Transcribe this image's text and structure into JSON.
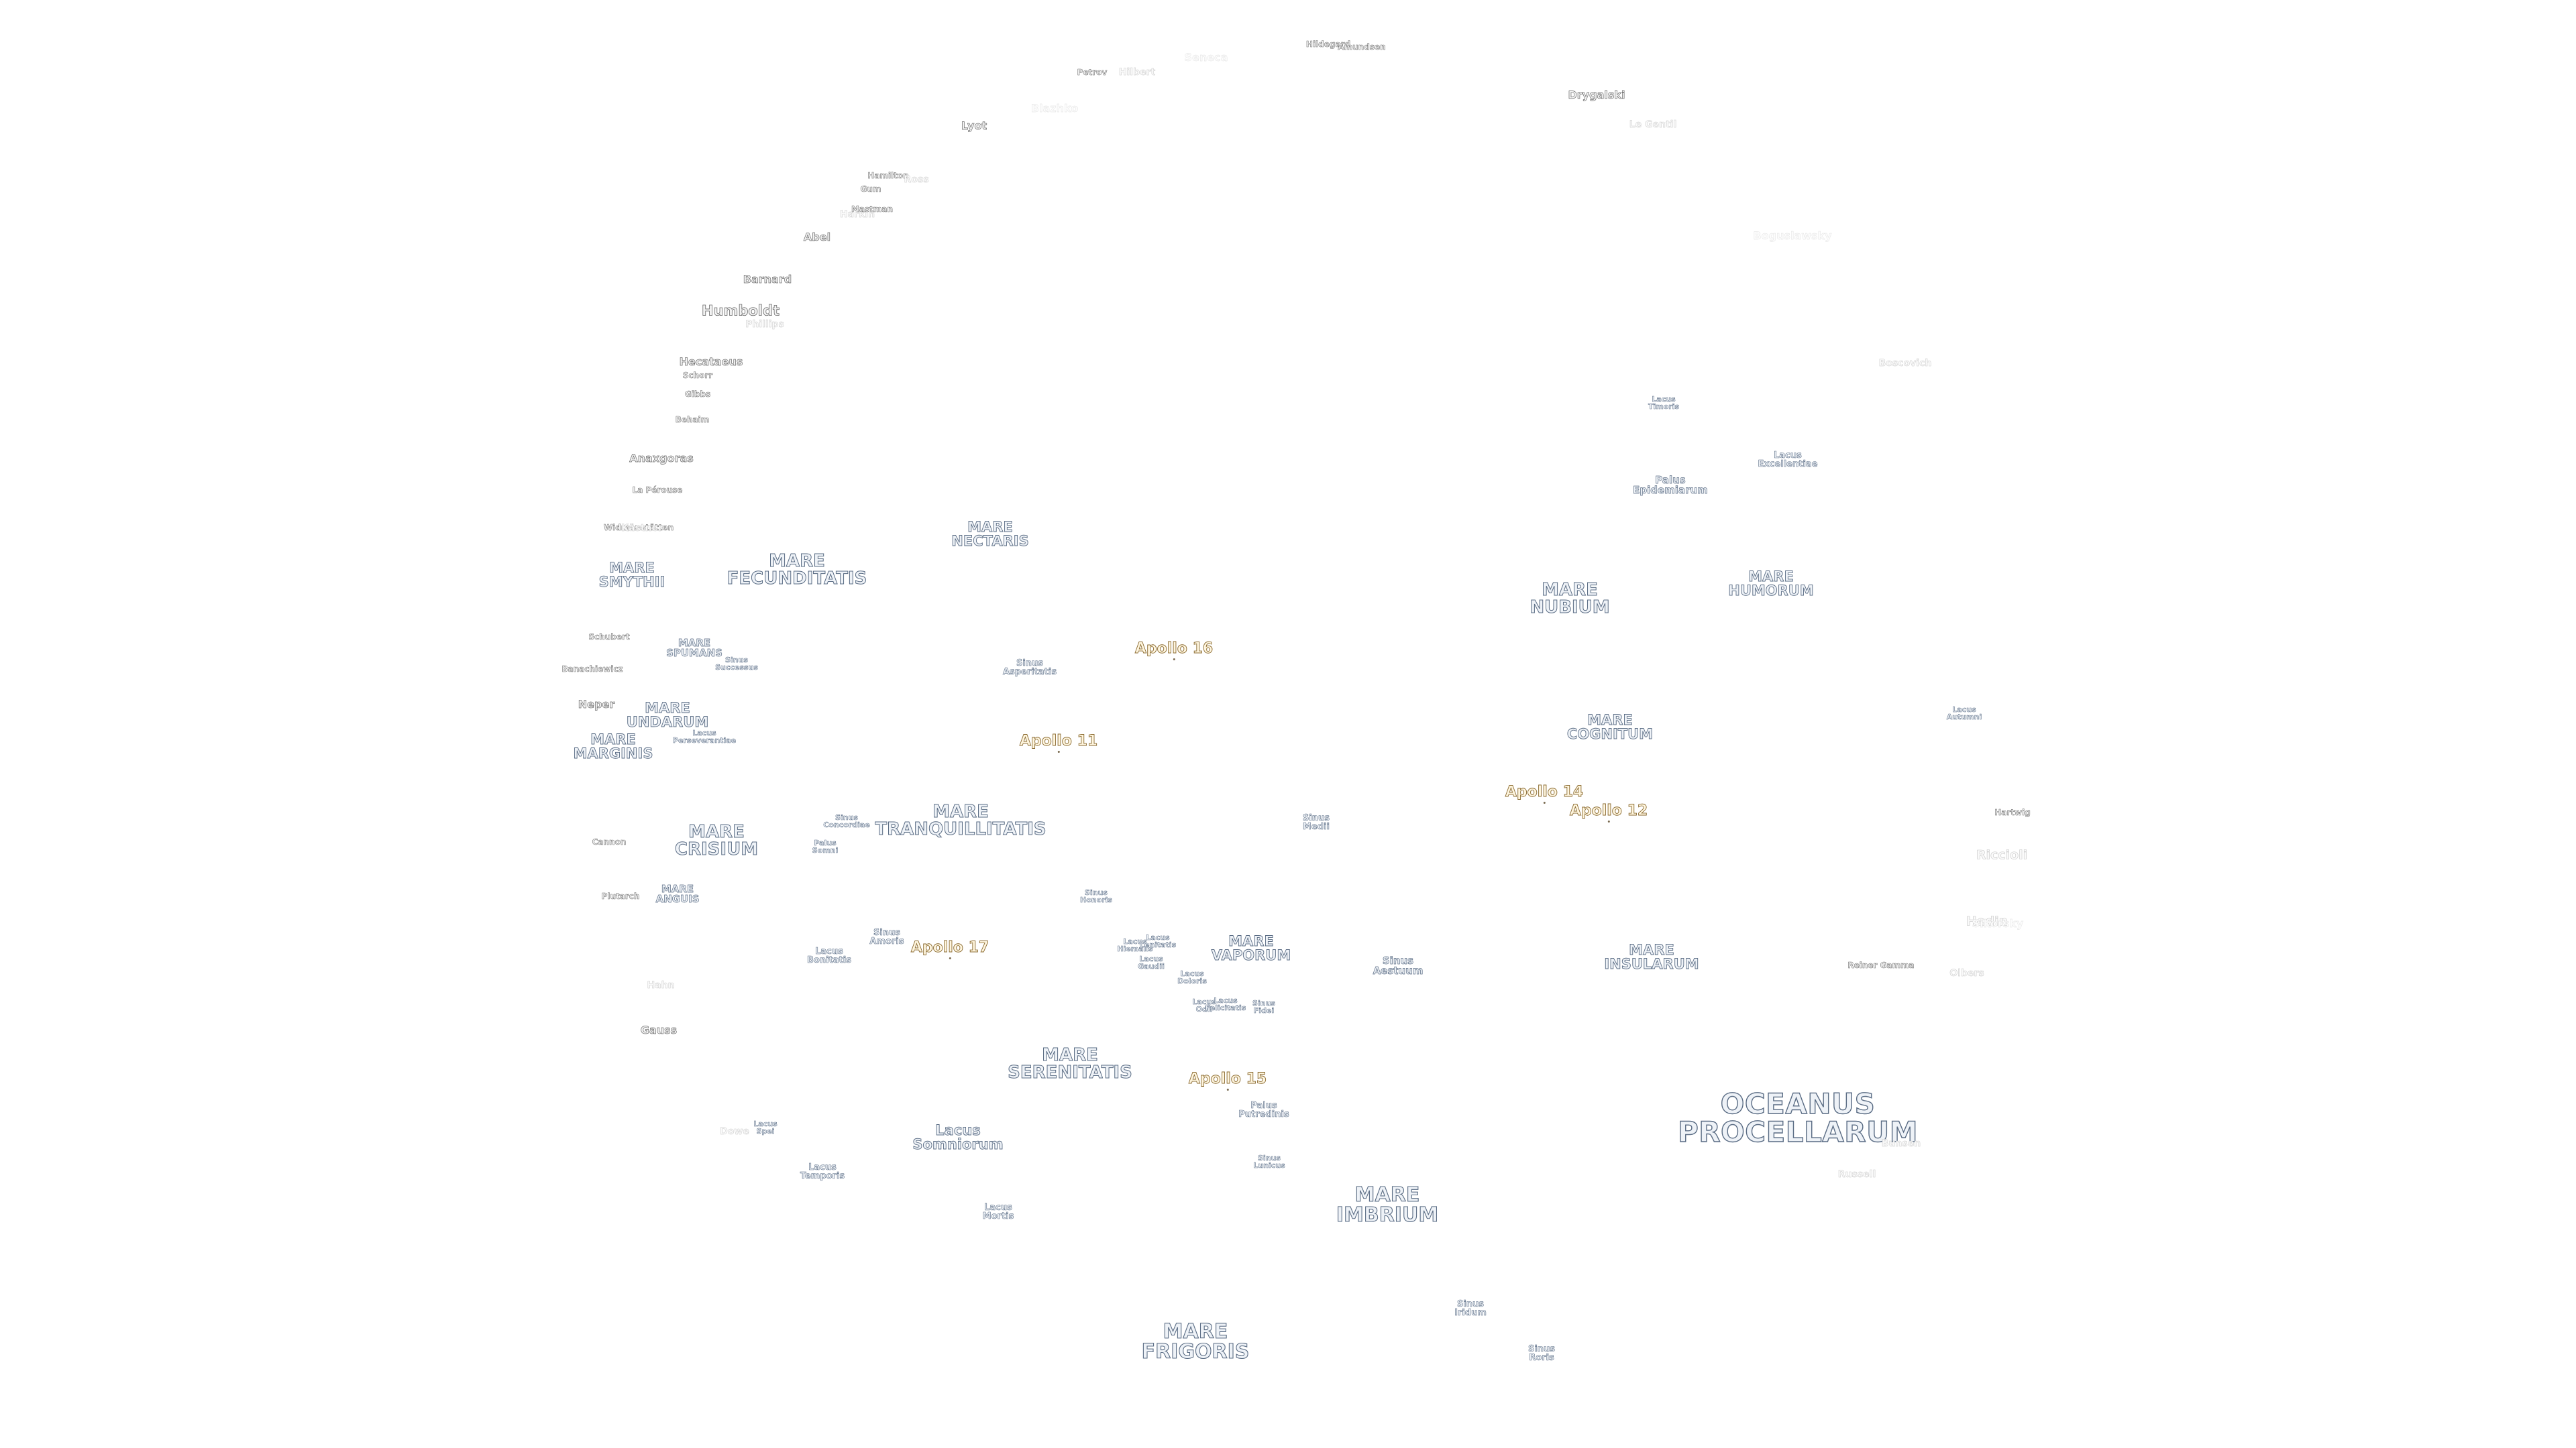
{
  "colors": {
    "background": "#ffffff",
    "mare_fill": "#eef2f7",
    "mare_outline": "#5a6c84",
    "apollo_fill": "#fff6df",
    "apollo_outline": "#8a6a30",
    "crater_outline": "#6a6a6a"
  },
  "labels": {
    "oceanus_procellarum": "OCEANUS\nPROCELLARUM",
    "mare_frigoris": "MARE\nFRIGORIS",
    "mare_imbrium": "MARE\nIMBRIUM",
    "mare_serenitatis": "MARE\nSERENITATIS",
    "mare_tranquillitatis": "MARE\nTRANQUILLITATIS",
    "mare_fecunditatis": "MARE\nFECUNDITATIS",
    "mare_crisium": "MARE\nCRISIUM",
    "mare_nubium": "MARE\nNUBIUM",
    "mare_humorum": "MARE\nHUMORUM",
    "mare_insularum": "MARE\nINSULARUM",
    "mare_cognitum": "MARE\nCOGNITUM",
    "mare_vaporum": "MARE\nVAPORUM",
    "mare_nectaris": "MARE\nNECTARIS",
    "mare_smythii": "MARE\nSMYTHII",
    "mare_marginis": "MARE\nMARGINIS",
    "mare_undarum": "MARE\nUNDARUM",
    "mare_spumans": "MARE\nSPUMANS",
    "mare_anguis": "MARE\nANGUIS",
    "lacus_somniorum": "Lacus\nSomniorum",
    "lacus_mortis": "Lacus\nMortis",
    "lacus_temporis": "Lacus\nTemporis",
    "lacus_spei": "Lacus\nSpei",
    "lacus_bonitatis": "Lacus\nBonitatis",
    "lacus_timoris": "Lacus\nTimoris",
    "lacus_excellentiae": "Lacus\nExcellentiae",
    "lacus_autumni": "Lacus\nAutumni",
    "lacus_perseverantiae": "Lacus\nPerseverantiae",
    "lacus_hiemalis": "Lacus\nHiemalis",
    "lacus_lenitatis": "Lacus\nLenitatis",
    "lacus_gaudii": "Lacus\nGaudii",
    "lacus_doloris": "Lacus\nDoloris",
    "lacus_odii": "Lacus\nOdii",
    "lacus_felicitatis": "Lacus\nFelicitatis",
    "sinus_iridum": "Sinus\nIridum",
    "sinus_roris": "Sinus\nRoris",
    "sinus_aestuum": "Sinus\nAestuum",
    "sinus_medii": "Sinus\nMedii",
    "sinus_asperitatis": "Sinus\nAsperitatis",
    "sinus_amoris": "Sinus\nAmoris",
    "sinus_concordiae": "Sinus\nConcordiae",
    "sinus_successus": "Sinus\nSuccessus",
    "sinus_honoris": "Sinus\nHonoris",
    "sinus_fidei": "Sinus\nFidei",
    "sinus_lunicus": "Sinus\nLunicus",
    "palus_epidemiarum": "Palus\nEpidemiarum",
    "palus_putredinis": "Palus\nPutredinis",
    "palus_somni": "Palus\nSomni",
    "apollo_11": "Apollo 11",
    "apollo_12": "Apollo 12",
    "apollo_14": "Apollo 14",
    "apollo_15": "Apollo 15",
    "apollo_16": "Apollo 16",
    "apollo_17": "Apollo 17",
    "humboldt": "Humboldt",
    "drygalski": "Drygalski",
    "lyot": "Lyot",
    "abel": "Abel",
    "barnard": "Barnard",
    "hecataeus": "Hecataeus",
    "anaxagoras_label": "Anaxgoras",
    "la_perouse": "La Pérouse",
    "schubert": "Schubert",
    "banachiewicz": "Banachiewicz",
    "neper": "Neper",
    "cannon": "Cannon",
    "plutarch": "Plutarch",
    "hahn": "Hahn",
    "gauss": "Gauss",
    "reiner_gamma": "Reiner Gamma",
    "hevelius_label": "Hedin",
    "olbers": "Olbers",
    "hartwig": "Hartwig",
    "riccioli": "Riccioli",
    "russell": "Russell",
    "petrov": "Petrov",
    "hilbert": "Hilbert",
    "hildegard": "Hildegard",
    "amundsen": "Amundsen",
    "la_gentil": "Le Gentil",
    "hamilton": "Hamilton",
    "gum": "Gum",
    "harkin": "Harkin",
    "phillips": "Phillips",
    "schorr": "Schorr",
    "gibbs": "Gibbs",
    "behaim": "Behaim",
    "wildt": "Wildt",
    "widmanstatten": "Widmanstätten",
    "kastner": "Kästner",
    "dowe": "Dowe",
    "boscovich": "Boscovich",
    "ross": "Ross",
    "mastman": "Mastman",
    "faint_label_1": "Seneca",
    "faint_label_2": "Blazhko",
    "faint_label_3": "Boguslawsky",
    "faint_label_4": "Sikorsky",
    "faint_label_5": "Bunsen"
  }
}
